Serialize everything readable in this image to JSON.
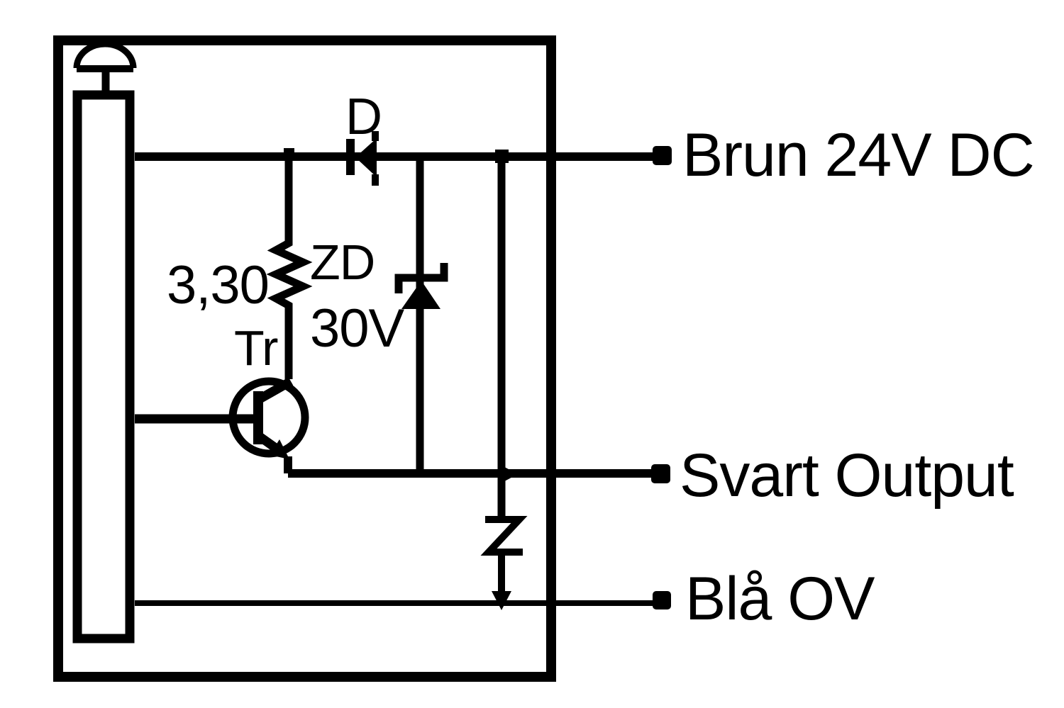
{
  "diagram": {
    "type": "circuit-schematic",
    "description": "Sensor internal circuit with reverse-protection diode, zener, transistor output stage and three wire terminals",
    "terminals": [
      {
        "id": "supply",
        "label": "Brun 24V DC",
        "position": "top-right"
      },
      {
        "id": "output",
        "label": "Svart Output",
        "position": "middle-right"
      },
      {
        "id": "zero_volt",
        "label": "Blå OV",
        "position": "bottom-right"
      }
    ],
    "component_labels": {
      "diode": "D",
      "resistor_value": "3,30",
      "zener_name": "ZD",
      "zener_voltage": "30V",
      "transistor": "Tr"
    }
  },
  "theme": {
    "ink": "#000000",
    "background": "#ffffff"
  }
}
